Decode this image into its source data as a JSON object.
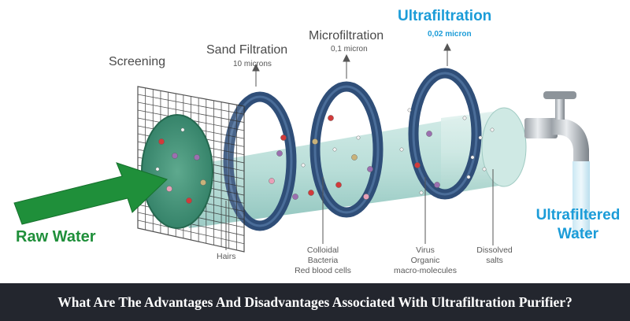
{
  "stages": {
    "screening": {
      "title": "Screening"
    },
    "sand": {
      "title": "Sand Filtration",
      "size": "10 microns"
    },
    "micro": {
      "title": "Microfiltration",
      "size": "0,1 micron"
    },
    "ultra": {
      "title": "Ultrafiltration",
      "size": "0,02 micron"
    }
  },
  "input_label": "Raw Water",
  "output_label": {
    "line1": "Ultrafiltered",
    "line2": "Water"
  },
  "removed": {
    "hairs": "Hairs",
    "colloidal": [
      "Colloidal",
      "Bacteria",
      "Red blood cells"
    ],
    "virus": [
      "Virus",
      "Organic",
      "macro-molecules"
    ],
    "salts": [
      "Dissolved",
      "salts"
    ]
  },
  "banner": {
    "title": "What Are The Advantages And Disadvantages Associated With Ultrafiltration Purifier?"
  },
  "colors": {
    "arrow_green": "#1f8f3a",
    "ring_blue": "#2f4e78",
    "accent_blue": "#1b9cd8",
    "banner_bg": "#23262e"
  }
}
